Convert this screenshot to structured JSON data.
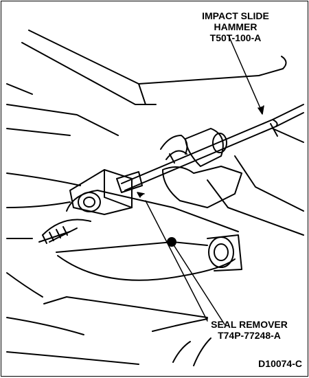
{
  "callouts": {
    "hammer": [
      "IMPACT SLIDE",
      "HAMMER",
      "T50T-100-A"
    ],
    "seal": [
      "SEAL REMOVER",
      "T74P-77248-A"
    ]
  },
  "figure_id": "D10074-C"
}
